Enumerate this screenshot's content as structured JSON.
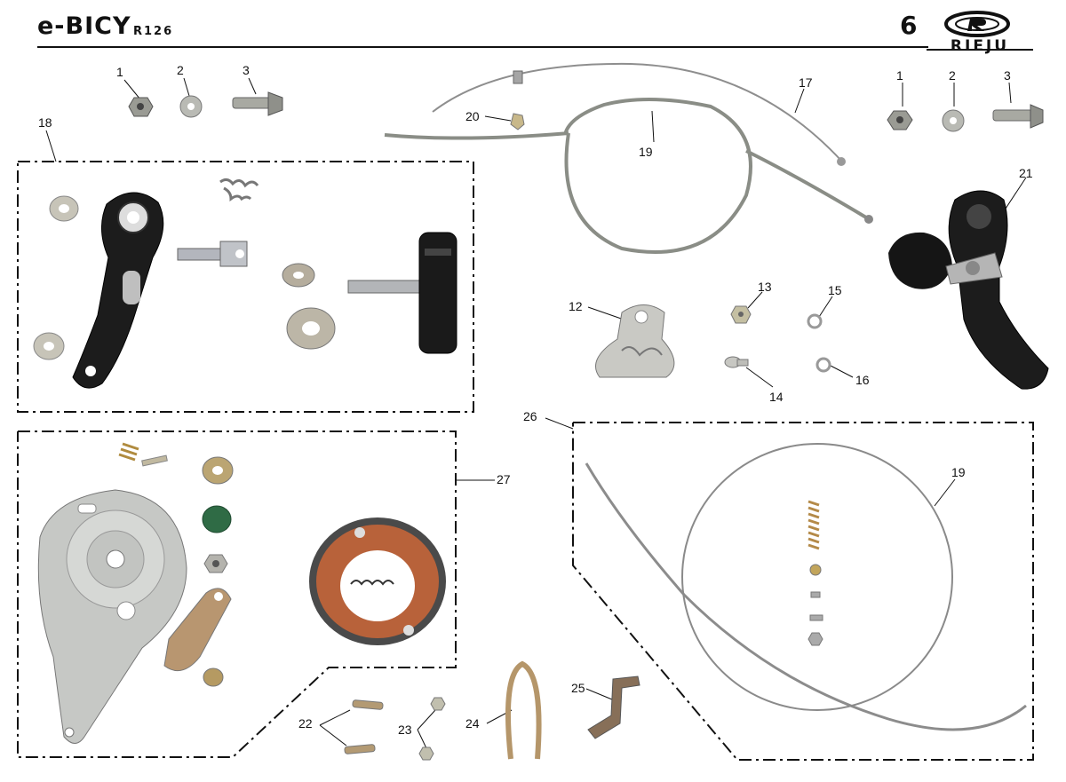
{
  "header": {
    "title": "e-BICY",
    "model": "R126",
    "page_number": "6",
    "brand": "RIEJU"
  },
  "callouts": [
    "1",
    "2",
    "3",
    "18",
    "20",
    "19",
    "17",
    "1",
    "2",
    "3",
    "21",
    "12",
    "13",
    "15",
    "14",
    "16",
    "27",
    "26",
    "19",
    "22",
    "23",
    "24",
    "25"
  ],
  "colors": {
    "ink": "#111111",
    "metal": "#b9bab4",
    "dark_part": "#1c1c1c",
    "brake_lining": "#b8623a",
    "green_cap": "#2f6b45"
  }
}
